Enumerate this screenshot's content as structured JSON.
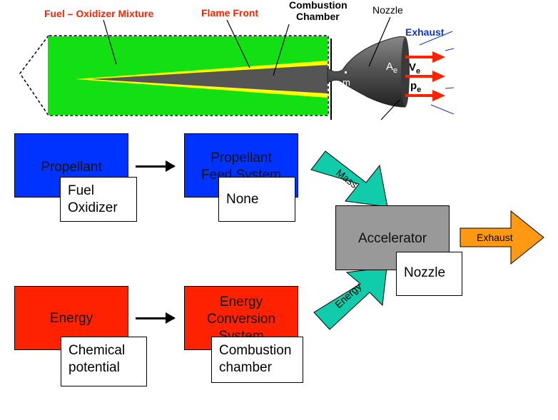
{
  "rocket": {
    "labels": {
      "mixture": "Fuel  – Oxidizer Mixture",
      "flame_front": "Flame Front",
      "chamber_line1": "Combustion",
      "chamber_line2": "Chamber",
      "nozzle": "Nozzle",
      "exhaust": "Exhaust",
      "ae": "A",
      "ae_sub": "e",
      "ve": "V",
      "ve_sub": "e",
      "pe": "p",
      "pe_sub": "e",
      "mdot": "m"
    },
    "colors": {
      "mixture": "#12e012",
      "flame": "#ffff00",
      "chamber_gas": "#555555",
      "red": "#ff2200",
      "exhaust_label": "#1133cc"
    }
  },
  "flow": {
    "propellant": {
      "title": "Propellant",
      "note_line1": "Fuel",
      "note_line2": "Oxidizer",
      "color": "#0033ff"
    },
    "feed_system": {
      "title_line1": "Propellant",
      "title_line2": "Feed System",
      "note": "None",
      "color": "#0033ff"
    },
    "energy": {
      "title": "Energy",
      "note_line1": "Chemical",
      "note_line2": "potential",
      "color": "#ff2200"
    },
    "conversion": {
      "title_line1": "Energy",
      "title_line2": "Conversion",
      "title_line3": "System",
      "note_line1": "Combustion",
      "note_line2": "chamber",
      "color": "#ff2200"
    },
    "accelerator": {
      "title": "Accelerator",
      "note": "Nozzle",
      "color": "#999999"
    },
    "mass_arrow": {
      "label": "Mass",
      "color": "#11ccaa"
    },
    "energy_arrow": {
      "label": "Energy",
      "color": "#11ccaa"
    },
    "exhaust_arrow": {
      "label": "Exhaust",
      "color": "#ff9911"
    }
  }
}
